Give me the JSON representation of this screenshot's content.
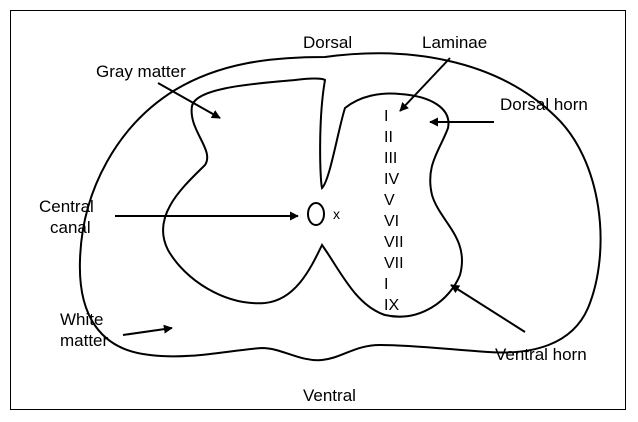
{
  "diagram": {
    "labels": {
      "dorsal": "Dorsal",
      "ventral": "Ventral",
      "laminae": "Laminae",
      "gray_matter": "Gray matter",
      "dorsal_horn": "Dorsal horn",
      "central_canal_line1": "Central",
      "central_canal_line2": "canal",
      "white_matter_line1": "White",
      "white_matter_line2": "matter",
      "ventral_horn": "Ventral horn",
      "canal_mark": "x"
    },
    "laminae": [
      "I",
      "II",
      "III",
      "IV",
      "V",
      "VI",
      "VII",
      "VII",
      "I",
      "IX"
    ]
  }
}
